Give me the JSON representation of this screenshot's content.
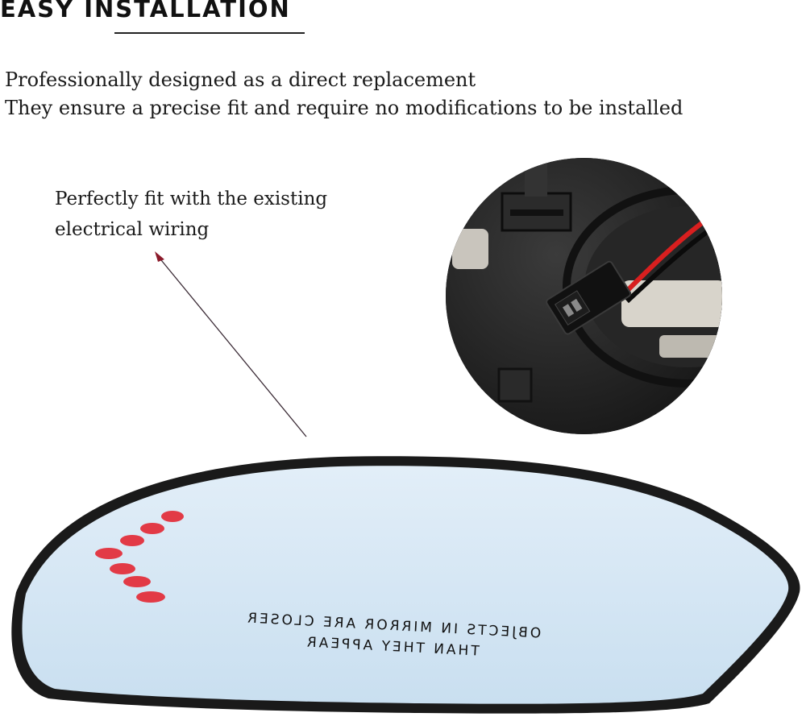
{
  "header": {
    "title": "EASY INSTALLATION"
  },
  "intro": {
    "line1": "Professionally designed as a direct replacement",
    "line2": "They ensure a precise fit and require no modifications to be installed"
  },
  "callout": {
    "line1": "Perfectly fit with the existing",
    "line2": "electrical wiring"
  },
  "mirror": {
    "warning_line1": "OBJECTS IN MIRROR ARE CLOSER",
    "warning_line2": "THAN THEY APPEAR",
    "glass_color": "#d3e5f3",
    "signal_color": "#e23a46"
  }
}
